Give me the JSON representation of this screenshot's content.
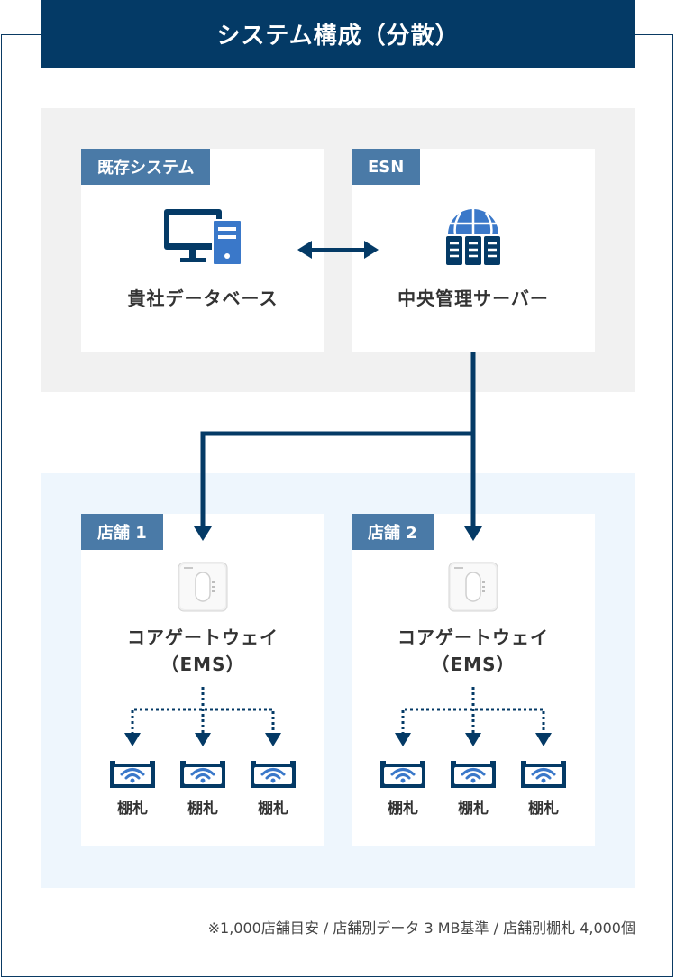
{
  "title": "システム構成（分散）",
  "existing": {
    "tag": "既存システム",
    "label": "貴社データベース"
  },
  "esn": {
    "tag": "ESN",
    "label": "中央管理サーバー"
  },
  "stores": [
    {
      "tag": "店舗 1",
      "gateway_line1": "コアゲートウェイ",
      "gateway_line2": "（EMS）",
      "shelf_tags": [
        "棚札",
        "棚札",
        "棚札"
      ]
    },
    {
      "tag": "店舗 2",
      "gateway_line1": "コアゲートウェイ",
      "gateway_line2": "（EMS）",
      "shelf_tags": [
        "棚札",
        "棚札",
        "棚札"
      ]
    }
  ],
  "footnote": "※1,000店舗目安 / 店舗別データ 3 MB基準 / 店舗別棚札 4,000個",
  "colors": {
    "navy": "#043a66",
    "tag_blue": "#4a7aa7",
    "icon_blue": "#3a78c9"
  }
}
